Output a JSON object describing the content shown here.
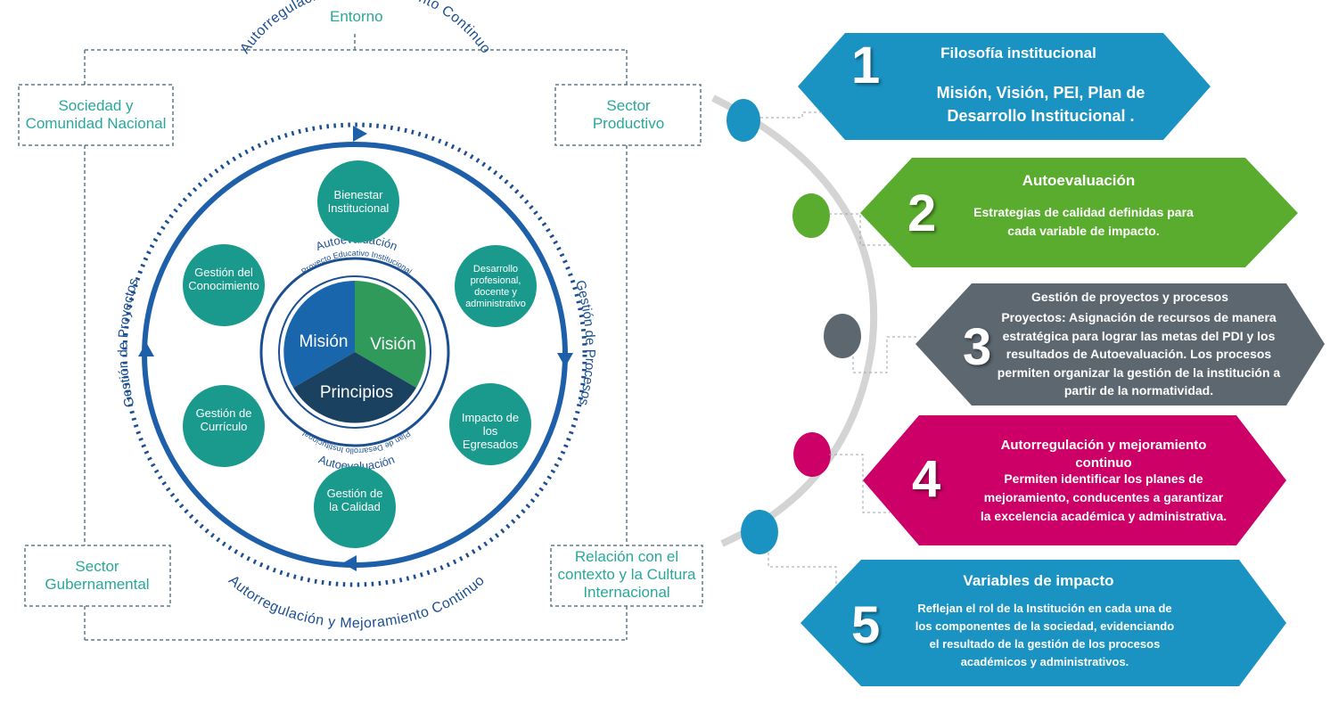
{
  "left_diagram": {
    "entorno": "Entorno",
    "boxes": {
      "sociedad": "Sociedad y Comunidad Nacional",
      "sector_productivo": "Sector Productivo",
      "sector_gubernamental": "Sector Gubernamental",
      "relacion": "Relación con el contexto y la Cultura Internacional"
    },
    "ring_top": "Autorregulación y Mejoramiento Continuo",
    "ring_bottom": "Autorregulación y Mejoramiento Continuo",
    "ring_left": "Gestión de Proyectos",
    "ring_right": "Gestión de Procesos",
    "inner_top": "Autoevaluación",
    "inner_bottom": "Autoevaluación",
    "pei_top": "Proyecto Educativo Institucional",
    "pdi_bottom": "Plan de Desarrollo Institucional",
    "nodes": {
      "bienestar": "Bienestar Institucional",
      "desarrollo": "Desarrollo profesional, docente y administrativo",
      "impacto": "Impacto de los Egresados",
      "calidad": "Gestión de la Calidad",
      "curriculo": "Gestión de Currículo",
      "conocimiento": "Gestión del Conocimiento"
    },
    "core": {
      "mision": "Misión",
      "vision": "Visión",
      "principios": "Principios"
    },
    "colors": {
      "teal": "#1a9a8d",
      "ring_blue": "#1d5fa8",
      "dotted": "#1b4f91",
      "mision": "#1a66ad",
      "vision": "#2f9a5a",
      "principios": "#1b4161"
    }
  },
  "steps": [
    {
      "num": "1",
      "title": "Filosofía institucional",
      "body": "Misión, Visión, PEI, Plan de Desarrollo Institucional .",
      "color": "#1a93c3"
    },
    {
      "num": "2",
      "title": "Autoevaluación",
      "body": "Estrategias de calidad definidas para cada variable de impacto.",
      "color": "#5aac2e"
    },
    {
      "num": "3",
      "title": "Gestión de proyectos y procesos",
      "body": "Proyectos: Asignación de recursos de manera estratégica para lograr las metas del PDI y los resultados de Autoevaluación. Los procesos permiten organizar la gestión de la institución a partir de la normatividad.",
      "color": "#5d6770"
    },
    {
      "num": "4",
      "title": "Autorregulación y mejoramiento continuo",
      "body": "Permiten identificar los planes de mejoramiento, conducentes a garantizar la excelencia académica y administrativa.",
      "color": "#cc0066"
    },
    {
      "num": "5",
      "title": "Variables de impacto",
      "body": "Reflejan el rol de la Institución en cada una de los componentes de la sociedad, evidenciando el resultado de la gestión de los procesos académicos y administrativos.",
      "color": "#1a93c3"
    }
  ]
}
